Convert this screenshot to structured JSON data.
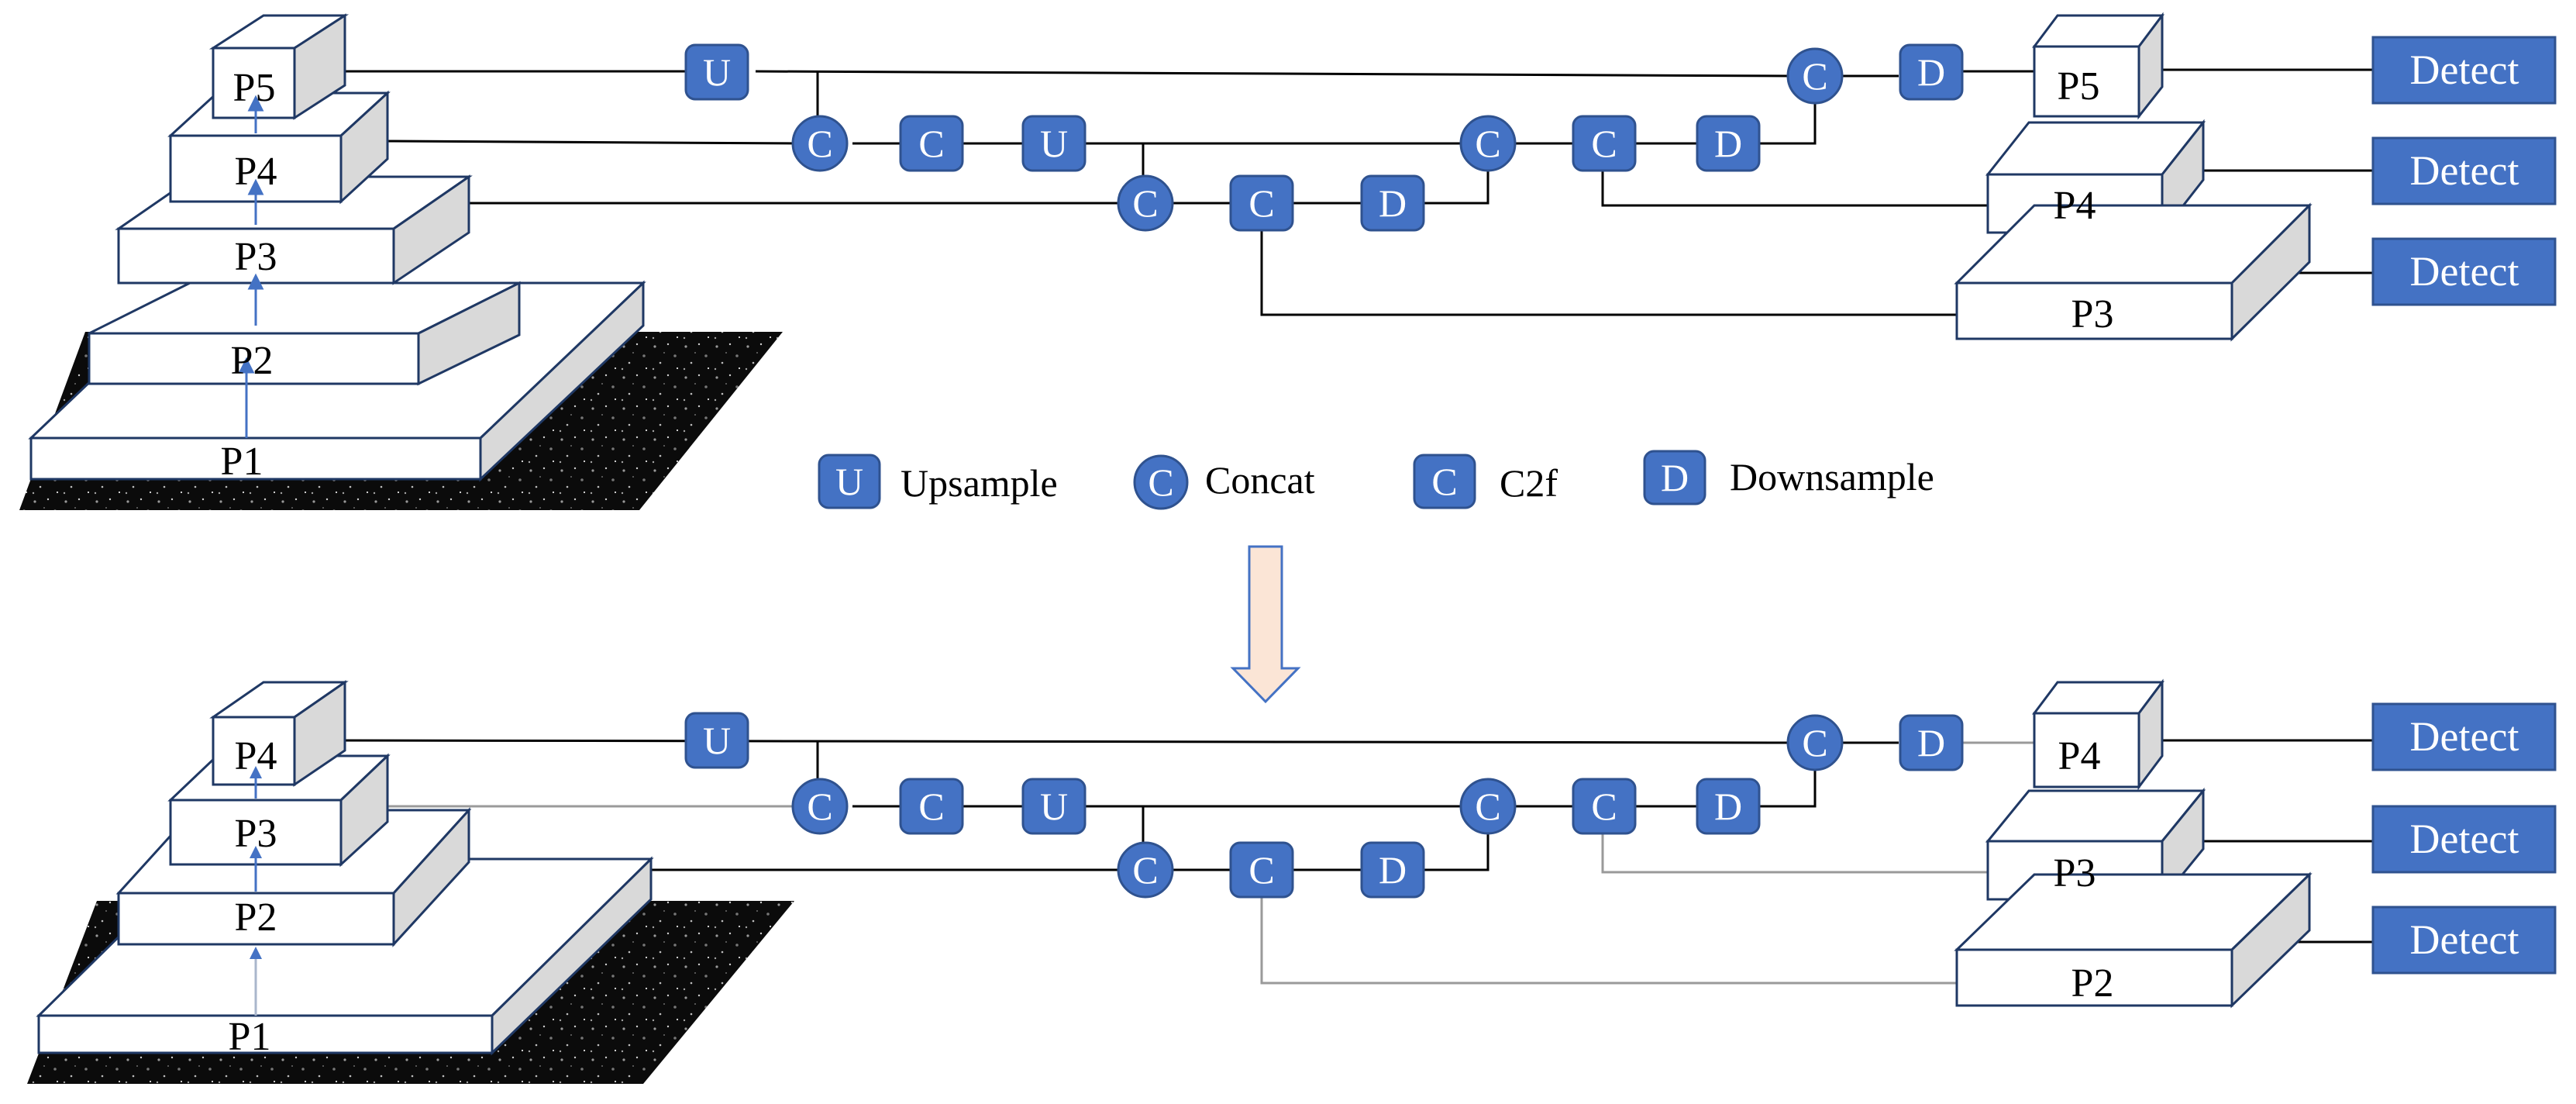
{
  "colors": {
    "node_fill": "#4472C4",
    "node_stroke": "#2F528F",
    "detect_fill": "#4472C4",
    "line": "#000000",
    "line_light": "#9a9a9a",
    "pyramid_stroke": "#1F3864",
    "pyramid_side": "#D9D9D9",
    "arrow_up": "#4472C4",
    "transition_arrow_fill": "#FBE5D6",
    "transition_arrow_stroke": "#4472C4"
  },
  "node_letters": {
    "upsample": "U",
    "concat": "C",
    "c2f": "C",
    "downsample": "D"
  },
  "detect_label": "Detect",
  "top": {
    "pyramid_levels": [
      "P1",
      "P2",
      "P3",
      "P4",
      "P5"
    ],
    "output_levels": [
      "P5",
      "P4",
      "P3"
    ]
  },
  "bottom": {
    "pyramid_levels": [
      "P1",
      "P2",
      "P3",
      "P4"
    ],
    "output_levels": [
      "P4",
      "P3",
      "P2"
    ]
  },
  "legend": [
    {
      "shape": "square",
      "letter": "U",
      "label": "Upsample"
    },
    {
      "shape": "circle",
      "letter": "C",
      "label": "Concat"
    },
    {
      "shape": "square",
      "letter": "C",
      "label": "C2f"
    },
    {
      "shape": "square",
      "letter": "D",
      "label": "Downsample"
    }
  ]
}
